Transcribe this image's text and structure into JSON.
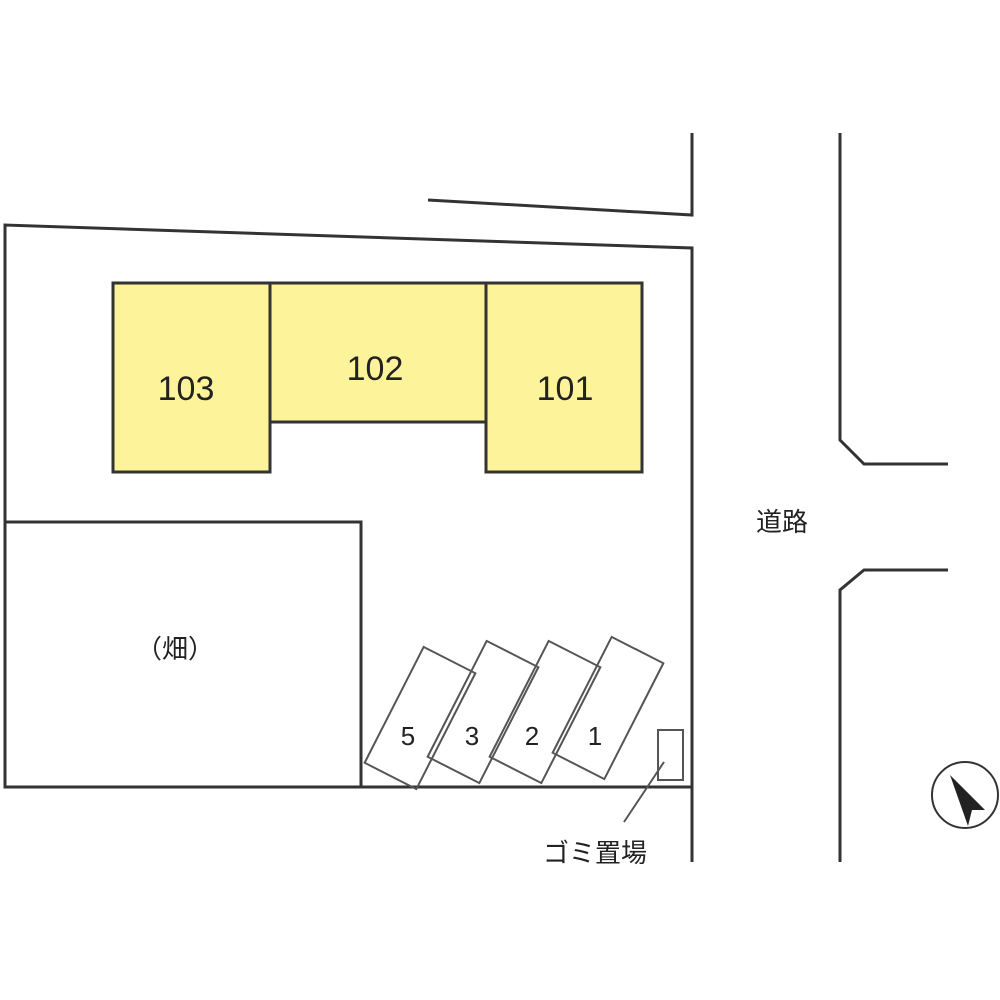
{
  "units": [
    {
      "id": "103",
      "label": "103"
    },
    {
      "id": "102",
      "label": "102"
    },
    {
      "id": "101",
      "label": "101"
    }
  ],
  "parking_slots": [
    "5",
    "3",
    "2",
    "1"
  ],
  "field_label": "（畑）",
  "road_label": "道路",
  "garbage_label": "ゴミ置場",
  "colors": {
    "building_fill": "#fdf39a",
    "line": "#333333",
    "background": "#ffffff"
  },
  "icons": {
    "compass": "north-arrow-icon"
  }
}
